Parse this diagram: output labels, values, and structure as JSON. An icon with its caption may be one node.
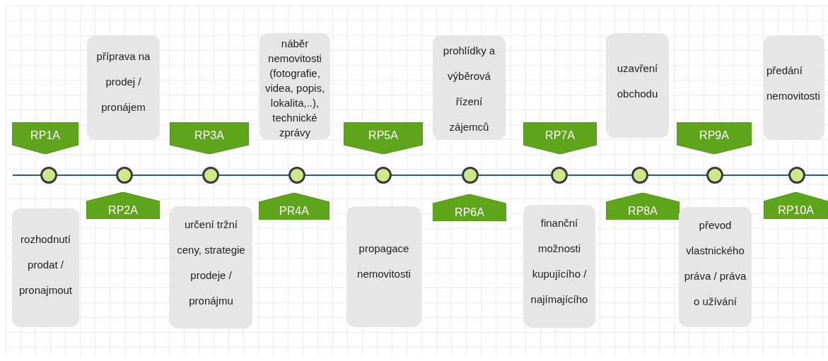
{
  "diagram": {
    "nodes": [
      {
        "text": [
          "RP1A"
        ]
      },
      {
        "text": [
          "rozhodnutí prodat / pronajmout"
        ]
      },
      {
        "text": [],
        "shape": "circle"
      },
      {
        "text": [
          "RP2A"
        ]
      },
      {
        "text": [
          "příprava na prodej / pronájem"
        ]
      },
      {
        "text": [],
        "shape": "circle"
      },
      {
        "text": [
          "RP3A"
        ]
      },
      {
        "text": [
          "určení tržní ceny, strategie prodeje / pronájmu"
        ]
      },
      {
        "text": [],
        "shape": "circle"
      },
      {
        "text": [
          "PR4A"
        ]
      },
      {
        "text": [
          "náběr nemovitosti (fotografie, videa, popis, lokalita,..), technické zprávy"
        ]
      },
      {
        "text": [],
        "shape": "circle"
      },
      {
        "text": [
          "RP5A"
        ]
      },
      {
        "text": [
          "propagace nemovitosti"
        ]
      },
      {
        "text": [],
        "shape": "circle"
      },
      {
        "text": [
          "RP6A"
        ]
      },
      {
        "text": [
          "prohlídky a výběrová řízení zájemců"
        ]
      },
      {
        "text": [],
        "shape": "circle"
      },
      {
        "text": [
          "RP7A"
        ]
      },
      {
        "text": [
          "finanční možnosti kupujícího / najímajícího"
        ]
      },
      {
        "text": [],
        "shape": "circle"
      },
      {
        "text": [
          "RP8A"
        ]
      },
      {
        "text": [
          "uzavření obchodu"
        ]
      },
      {
        "text": [],
        "shape": "circle"
      },
      {
        "text": [
          "RP9A"
        ]
      },
      {
        "text": [
          "převod vlastnického práva / práva o užívání"
        ]
      },
      {
        "text": [],
        "shape": "circle"
      },
      {
        "text": [
          "RP10A"
        ]
      },
      {
        "text": [
          "předání nemovitosti"
        ]
      },
      {
        "text": [],
        "shape": "circle"
      }
    ],
    "edges": [
      {
        "from": null,
        "to": 2,
        "arrow": "none"
      },
      {
        "from": 2,
        "to": 5,
        "arrow": "none"
      },
      {
        "from": 5,
        "to": 8,
        "arrow": "none"
      },
      {
        "from": 8,
        "to": 11,
        "arrow": "none"
      },
      {
        "from": 11,
        "to": 14,
        "arrow": "none"
      },
      {
        "from": 14,
        "to": 17,
        "arrow": "none"
      },
      {
        "from": 17,
        "to": 20,
        "arrow": "none"
      },
      {
        "from": 20,
        "to": 23,
        "arrow": "none"
      },
      {
        "from": 23,
        "to": 26,
        "arrow": "none"
      },
      {
        "from": 26,
        "to": 29,
        "arrow": "none"
      },
      {
        "from": 29,
        "to": null,
        "arrow": "none"
      }
    ]
  }
}
